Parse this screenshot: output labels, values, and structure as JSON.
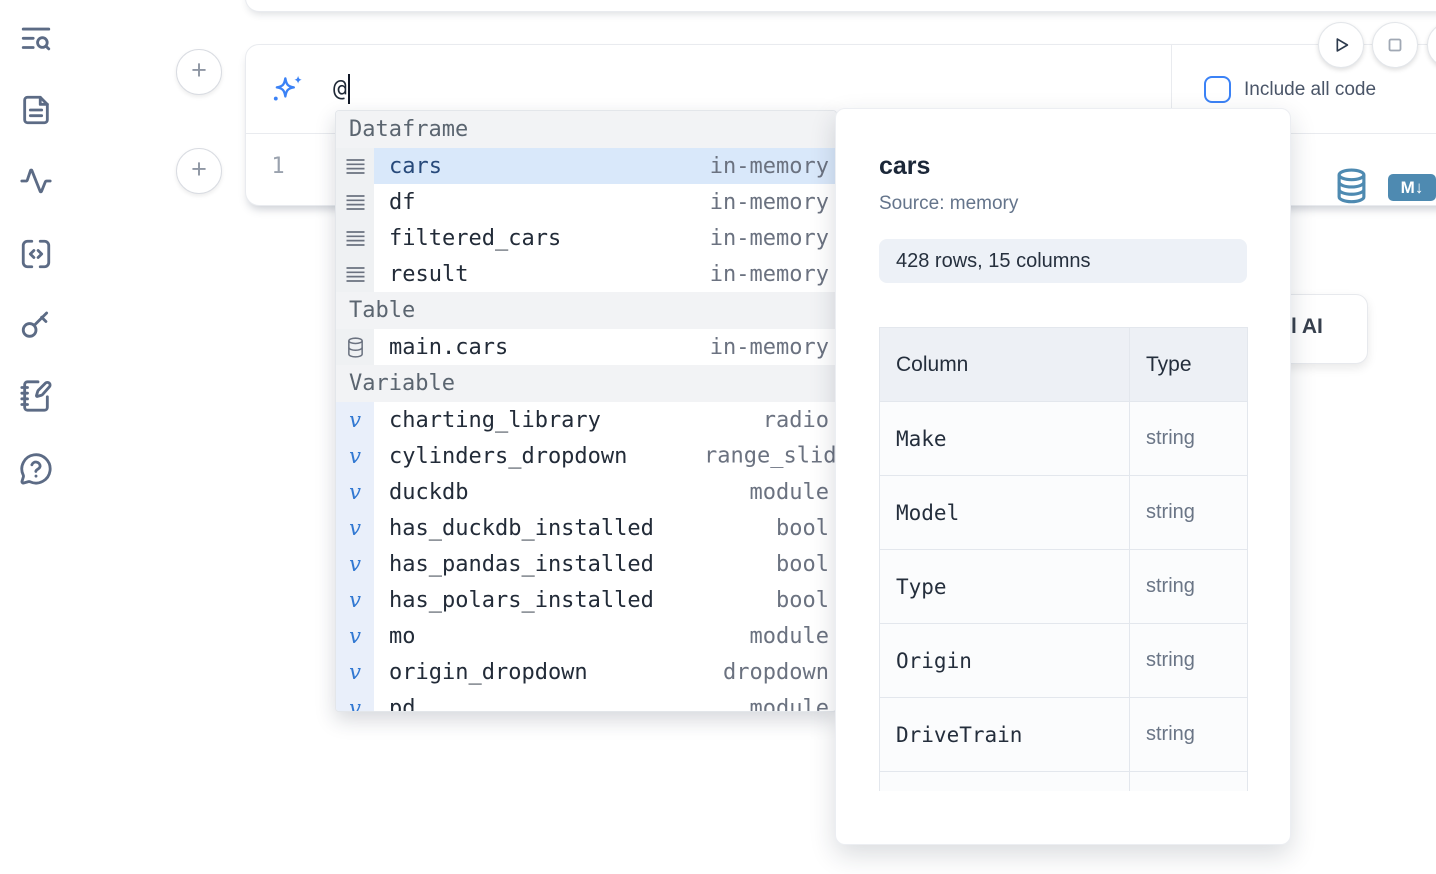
{
  "sidebar": {
    "icons": [
      "outline-search",
      "document",
      "activity",
      "code-snippets",
      "key",
      "scratchpad",
      "help-chat"
    ]
  },
  "toolbar": {
    "run_icon": "play-icon",
    "stop_icon": "stop-icon"
  },
  "cell": {
    "prompt_value": "@",
    "include_all_code": {
      "label": "Include all code",
      "checked": false
    },
    "line_number": "1",
    "icons": [
      "database-icon",
      "markdown-convert-icon"
    ],
    "markdown_badge_text": "M↓"
  },
  "completion": {
    "sections": [
      {
        "label": "Dataframe",
        "items": [
          {
            "name": "cars",
            "detail": "in-memory",
            "icon": "rows",
            "selected": true
          },
          {
            "name": "df",
            "detail": "in-memory",
            "icon": "rows"
          },
          {
            "name": "filtered_cars",
            "detail": "in-memory",
            "icon": "rows"
          },
          {
            "name": "result",
            "detail": "in-memory",
            "icon": "rows"
          }
        ]
      },
      {
        "label": "Table",
        "items": [
          {
            "name": "main.cars",
            "detail": "in-memory",
            "icon": "database"
          }
        ]
      },
      {
        "label": "Variable",
        "items": [
          {
            "name": "charting_library",
            "detail": "radio",
            "icon": "variable"
          },
          {
            "name": "cylinders_dropdown",
            "detail": "range_slider",
            "icon": "variable",
            "clip": true
          },
          {
            "name": "duckdb",
            "detail": "module",
            "icon": "variable"
          },
          {
            "name": "has_duckdb_installed",
            "detail": "bool",
            "icon": "variable"
          },
          {
            "name": "has_pandas_installed",
            "detail": "bool",
            "icon": "variable"
          },
          {
            "name": "has_polars_installed",
            "detail": "bool",
            "icon": "variable"
          },
          {
            "name": "mo",
            "detail": "module",
            "icon": "variable"
          },
          {
            "name": "origin_dropdown",
            "detail": "dropdown",
            "icon": "variable"
          },
          {
            "name": "pd",
            "detail": "module",
            "icon": "variable"
          }
        ]
      }
    ]
  },
  "preview": {
    "title": "cars",
    "source_label": "Source: memory",
    "shape_label": "428 rows, 15 columns",
    "table": {
      "headers": [
        "Column",
        "Type"
      ],
      "rows": [
        [
          "Make",
          "string"
        ],
        [
          "Model",
          "string"
        ],
        [
          "Type",
          "string"
        ],
        [
          "Origin",
          "string"
        ],
        [
          "DriveTrain",
          "string"
        ],
        [
          "",
          ""
        ]
      ]
    }
  },
  "ai_button": {
    "visible_label": "l AI"
  },
  "colors": {
    "accent_blue": "#3b82f6",
    "steel_blue": "#4e8ab1",
    "selection_bg": "#d9e8fa",
    "section_bg": "#f2f3f5"
  }
}
